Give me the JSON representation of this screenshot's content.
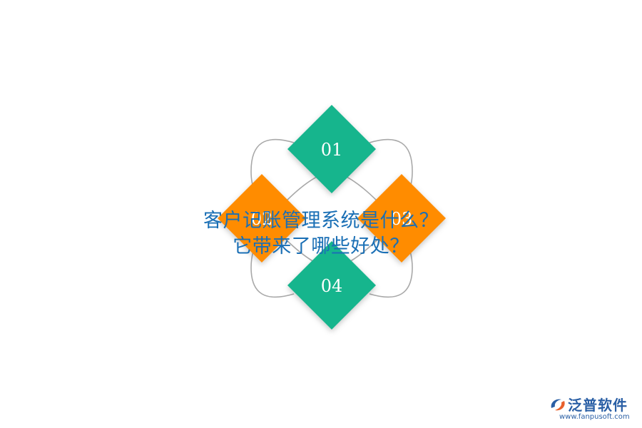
{
  "diagram": {
    "title_line1": "客户记账管理系统是什么？",
    "title_line2": "它带来了哪些好处？",
    "nodes": [
      {
        "label": "01",
        "color": "#13b58d"
      },
      {
        "label": "02",
        "color": "#ff8c00"
      },
      {
        "label": "03",
        "color": "#ff8c00"
      },
      {
        "label": "04",
        "color": "#13b58d"
      }
    ],
    "connector_color": "#a8a8a8"
  },
  "brand": {
    "name": "泛普软件",
    "url": "www.fanpusoft.com",
    "color": "#2a5fa5",
    "accent": "#e8602c"
  }
}
